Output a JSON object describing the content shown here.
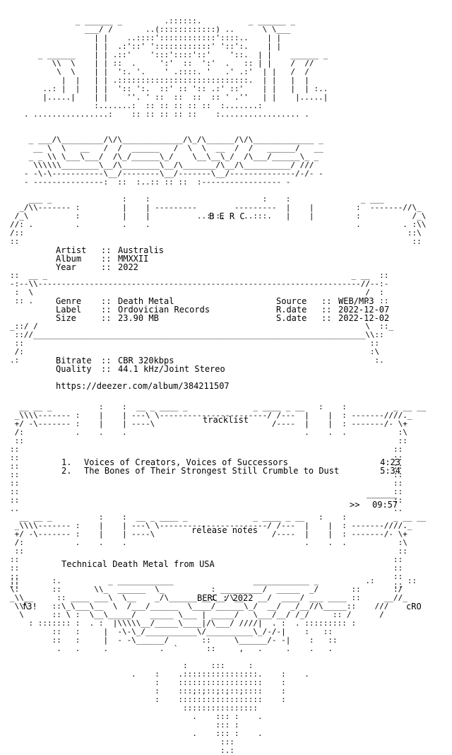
{
  "logo": {
    "text": "B E R C",
    "footer": "BERC : 2022",
    "tag_left": "f3!",
    "tag_right": "cRO"
  },
  "info": {
    "artist_label": "Artist",
    "artist": "Australis",
    "album_label": "Album",
    "album": "MMXXII",
    "year_label": "Year",
    "year": "2022",
    "genre_label": "Genre",
    "genre": "Death Metal",
    "label_label": "Label",
    "label": "Ordovician Records",
    "size_label": "Size",
    "size": "23.90 MB",
    "source_label": "Source",
    "source": "WEB/MP3",
    "rdate_label": "R.date",
    "rdate": "2022-12-07",
    "sdate_label": "S.date",
    "sdate": "2022-12-02",
    "sep": "::"
  },
  "audio": {
    "bitrate_label": "Bitrate",
    "bitrate": "CBR 320kbps",
    "quality_label": "Quality",
    "quality": "44.1 kHz/Joint Stereo",
    "sep": "::",
    "url": "https://deezer.com/album/384211507"
  },
  "tracklist": {
    "heading": "tracklist",
    "tracks": [
      {
        "num": "1.",
        "title": "Voices of Creators, Voices of Successors",
        "time": "4:23"
      },
      {
        "num": "2.",
        "title": "The Bones of Their Strongest Still Crumble to Dust",
        "time": "5:34"
      }
    ],
    "total_line": "______",
    "total_marker": ">>",
    "total": "09:57"
  },
  "release_notes": {
    "heading": "release notes",
    "text": "Technical Death Metal from USA"
  }
}
